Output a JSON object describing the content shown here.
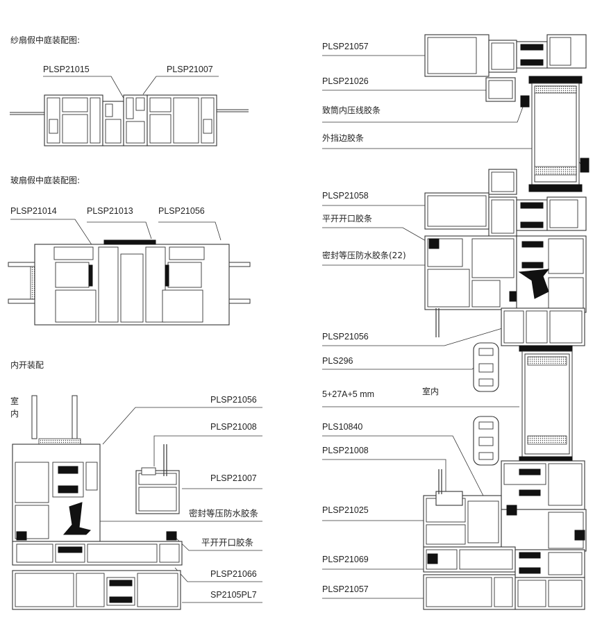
{
  "sections": {
    "screen_sash": "纱扇假中庭装配图:",
    "glass_sash": "玻扇假中庭装配图:",
    "inward": "内开装配"
  },
  "screen_sash_labels": [
    "PLSP21015",
    "PLSP21007"
  ],
  "glass_sash_labels": [
    "PLSP21014",
    "PLSP21013",
    "PLSP21056"
  ],
  "inward_labels": {
    "room_1": "室",
    "room_2": "内",
    "parts": [
      "PLSP21056",
      "PLSP21008",
      "PLSP21007",
      "密封等压防水胶条",
      "平开开口胶条",
      "PLSP21066",
      "SP2105PL7"
    ]
  },
  "right_labels": {
    "parts": [
      "PLSP21057",
      "PLSP21026",
      "致筒内压线胶条",
      "外挡边胶条",
      "PLSP21058",
      "平开开口胶条",
      "密封等压防水胶条(22)",
      "PLSP21056",
      "PLS296",
      "5+27A+5 mm",
      "PLS10840",
      "PLSP21008",
      "PLSP21025",
      "PLSP21069",
      "PLSP21057"
    ],
    "room": "室内"
  }
}
